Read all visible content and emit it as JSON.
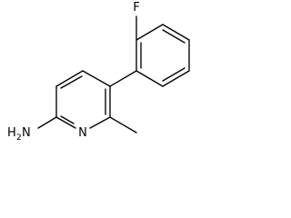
{
  "molecule": {
    "atoms": {
      "fluorine": "F",
      "ring_nitrogen": "N",
      "amine_prefix": "H",
      "amine_subscript": "2",
      "amine_suffix": "N"
    },
    "colors": {
      "bond": "#000000",
      "text": "#000000",
      "background": "#ffffff"
    }
  }
}
